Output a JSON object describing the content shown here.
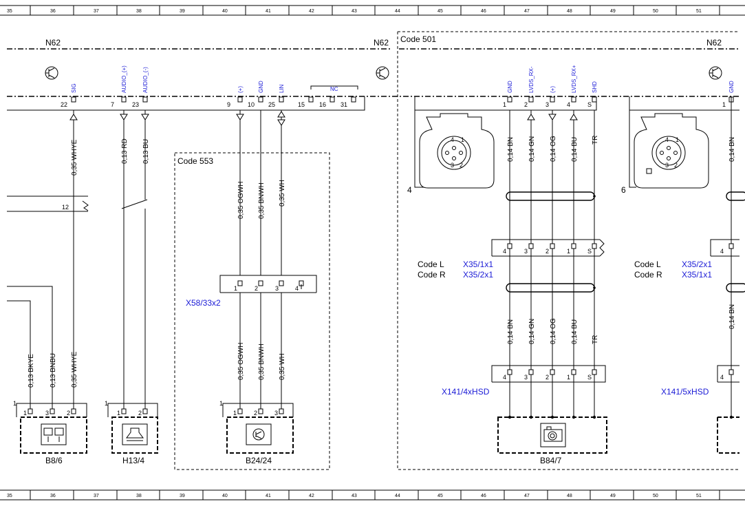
{
  "ruler": [
    "35",
    "36",
    "37",
    "38",
    "39",
    "40",
    "41",
    "42",
    "43",
    "44",
    "45",
    "46",
    "47",
    "48",
    "49",
    "50",
    "51"
  ],
  "modules": {
    "left": "N62",
    "center": "N62",
    "right": "N62"
  },
  "codes": {
    "c501": "Code 501",
    "c553": "Code 553"
  },
  "top_pins": [
    {
      "num": "22",
      "sig": "SIG"
    },
    {
      "num": "7",
      "sig": "AUDIO_(+)"
    },
    {
      "num": "23",
      "sig": "AUDIO_(-)"
    },
    {
      "num": "9",
      "sig": "(+)"
    },
    {
      "num": "10",
      "sig": "GND"
    },
    {
      "num": "25",
      "sig": "LIN"
    },
    {
      "num": "15",
      "sig": ""
    },
    {
      "num": "16",
      "sig": ""
    },
    {
      "num": "31",
      "sig": ""
    }
  ],
  "nc_label": "NC",
  "cam_pins": [
    {
      "num": "1",
      "sig": "GND"
    },
    {
      "num": "2",
      "sig": "LVDS_RX-"
    },
    {
      "num": "3",
      "sig": "(+)"
    },
    {
      "num": "4",
      "sig": "LVDS_RX+"
    },
    {
      "num": "S",
      "sig": "SHD"
    }
  ],
  "right_pin": {
    "num": "1",
    "sig": "GND"
  },
  "wires_top": [
    "0,35 WHYE",
    "0,13 RD",
    "0,13 BU",
    "0,35 OGWH",
    "0,35 BNWH",
    "0,35 WH"
  ],
  "wires_mid": [
    "0,35 OGWH",
    "0,35 BNWH",
    "0,35 WH"
  ],
  "wires_bottom_left": [
    "0,13 BKYE",
    "0,13 BNBU",
    "0,35 WHYE"
  ],
  "wires_cam": [
    "0,14 BN",
    "0,14 GN",
    "0,14 OG",
    "0,14 BU",
    "TR"
  ],
  "wire_right": "0,14 BN",
  "shield_pin": "12",
  "connector_x58": {
    "name": "X58/33x2",
    "pins": [
      "1",
      "2",
      "3",
      "4"
    ]
  },
  "coding_left": {
    "code_l": "Code L",
    "code_r": "Code R",
    "val_l": "X35/1x1",
    "val_r": "X35/2x1"
  },
  "coding_right": {
    "code_l": "Code L",
    "code_r": "Code R",
    "val_l": "X35/2x1",
    "val_r": "X35/1x1"
  },
  "x141_left": "X141/4xHSD",
  "x141_right": "X141/5xHSD",
  "conn_pins_cam": [
    "4",
    "3",
    "2",
    "1",
    "S"
  ],
  "socket_labels": {
    "left": "4",
    "right": "6"
  },
  "socket_pins": [
    "4",
    "1",
    "3",
    "2"
  ],
  "components": [
    {
      "name": "B8/6",
      "pins": [
        "1",
        "3",
        "2"
      ],
      "corner": "1"
    },
    {
      "name": "H13/4",
      "pins": [
        "1",
        "2"
      ],
      "corner": "1"
    },
    {
      "name": "B24/24",
      "pins": [
        "1",
        "2",
        "3"
      ],
      "corner": "1"
    },
    {
      "name": "B84/7"
    }
  ],
  "right_conn_pin": "4"
}
